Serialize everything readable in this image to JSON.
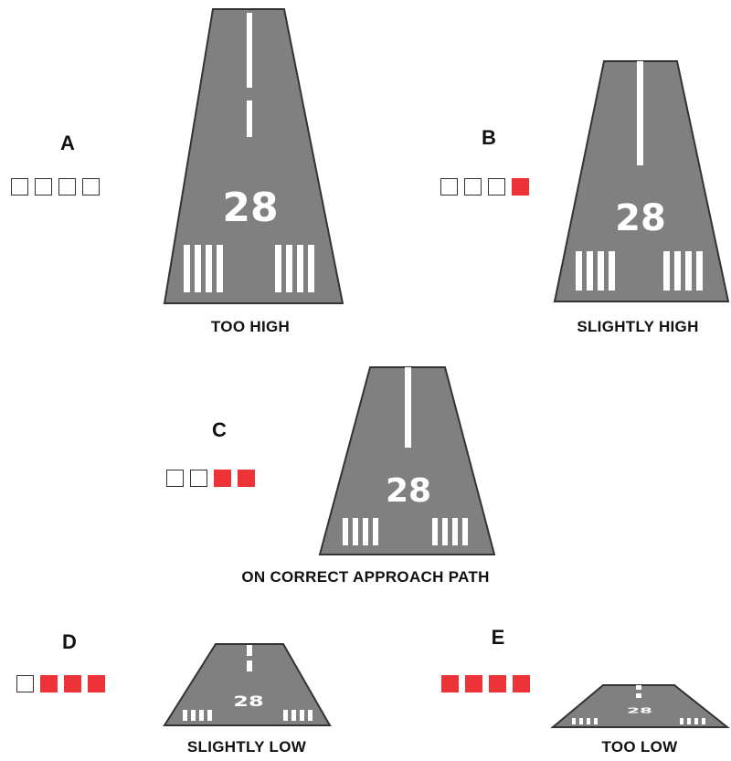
{
  "runway_number": "28",
  "colors": {
    "runway": "#808080",
    "runway_edge": "#333333",
    "marking": "#ffffff",
    "light_red": "#ee3338",
    "light_white": "#ffffff"
  },
  "panels": [
    {
      "id": "A",
      "letter": "A",
      "caption": "TOO HIGH",
      "lights": [
        "white",
        "white",
        "white",
        "white"
      ]
    },
    {
      "id": "B",
      "letter": "B",
      "caption": "SLIGHTLY HIGH",
      "lights": [
        "white",
        "white",
        "white",
        "red"
      ]
    },
    {
      "id": "C",
      "letter": "C",
      "caption": "ON CORRECT APPROACH PATH",
      "lights": [
        "white",
        "white",
        "red",
        "red"
      ]
    },
    {
      "id": "D",
      "letter": "D",
      "caption": "SLIGHTLY LOW",
      "lights": [
        "white",
        "red",
        "red",
        "red"
      ]
    },
    {
      "id": "E",
      "letter": "E",
      "caption": "TOO LOW",
      "lights": [
        "red",
        "red",
        "red",
        "red"
      ]
    }
  ]
}
